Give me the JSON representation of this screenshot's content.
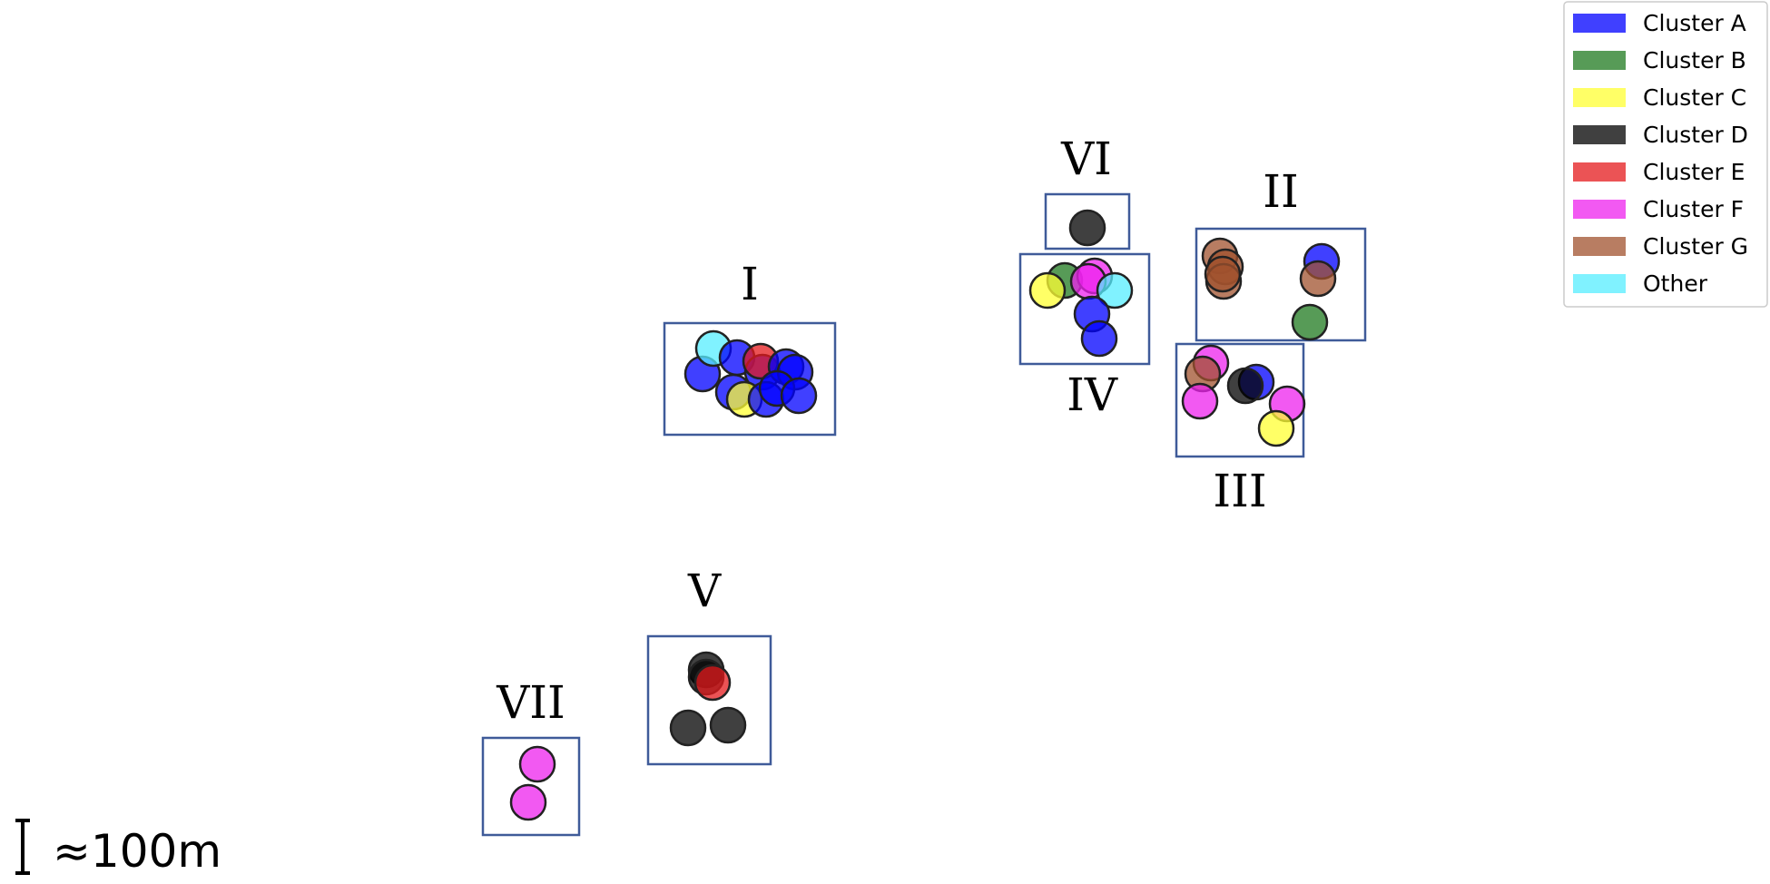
{
  "legend": {
    "entries": [
      {
        "key": "A",
        "label": "Cluster A",
        "color": "#0000ff"
      },
      {
        "key": "B",
        "label": "Cluster B",
        "color": "#1f7a1f"
      },
      {
        "key": "C",
        "label": "Cluster C",
        "color": "#ffff33"
      },
      {
        "key": "D",
        "label": "Cluster D",
        "color": "#000000"
      },
      {
        "key": "E",
        "label": "Cluster E",
        "color": "#e41a1c"
      },
      {
        "key": "F",
        "label": "Cluster F",
        "color": "#ee22ee"
      },
      {
        "key": "G",
        "label": "Cluster G",
        "color": "#a0522d"
      },
      {
        "key": "O",
        "label": "Other",
        "color": "#55eeff"
      }
    ]
  },
  "scale": {
    "label": "≈100m"
  },
  "groups": [
    {
      "label": "I",
      "points": [
        "A",
        "O",
        "A",
        "A",
        "E",
        "A",
        "A",
        "A",
        "C",
        "A",
        "A",
        "A"
      ]
    },
    {
      "label": "II",
      "points": [
        "G",
        "G",
        "G",
        "G",
        "A",
        "G",
        "B"
      ]
    },
    {
      "label": "III",
      "points": [
        "F",
        "G",
        "F",
        "A",
        "D",
        "F",
        "C"
      ]
    },
    {
      "label": "IV",
      "points": [
        "B",
        "F",
        "F",
        "C",
        "O",
        "A",
        "A"
      ]
    },
    {
      "label": "V",
      "points": [
        "D",
        "D",
        "E",
        "D",
        "D"
      ]
    },
    {
      "label": "VI",
      "points": [
        "D"
      ]
    },
    {
      "label": "VII",
      "points": [
        "F",
        "F"
      ]
    }
  ]
}
